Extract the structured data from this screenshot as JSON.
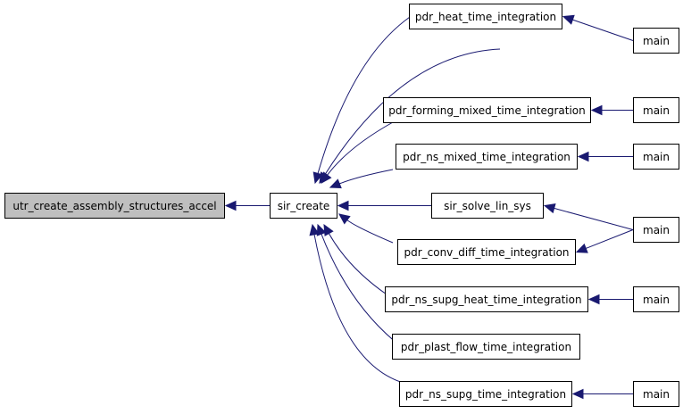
{
  "colors": {
    "edge": "#191970",
    "node_border": "#000000",
    "node_fill": "#ffffff",
    "root_fill": "#bfbfbf"
  },
  "nodes": {
    "utr": "utr_create_assembly_structures_accel",
    "sir_create": "sir_create",
    "heat": "pdr_heat_time_integration",
    "forming": "pdr_forming_mixed_time_integration",
    "ns_mixed": "pdr_ns_mixed_time_integration",
    "solve": "sir_solve_lin_sys",
    "conv": "pdr_conv_diff_time_integration",
    "supg_heat": "pdr_ns_supg_heat_time_integration",
    "plast": "pdr_plast_flow_time_integration",
    "supg": "pdr_ns_supg_time_integration",
    "main1": "main",
    "main2": "main",
    "main3": "main",
    "main4": "main",
    "main5": "main",
    "main6": "main"
  },
  "edges": [
    {
      "from": "sir_create",
      "to": "utr"
    },
    {
      "from": "heat",
      "to": "sir_create"
    },
    {
      "from": "main1",
      "to": "sir_create"
    },
    {
      "from": "forming",
      "to": "sir_create"
    },
    {
      "from": "ns_mixed",
      "to": "sir_create"
    },
    {
      "from": "solve",
      "to": "sir_create"
    },
    {
      "from": "conv",
      "to": "sir_create"
    },
    {
      "from": "supg_heat",
      "to": "sir_create"
    },
    {
      "from": "plast",
      "to": "sir_create"
    },
    {
      "from": "supg",
      "to": "sir_create"
    },
    {
      "from": "main1",
      "to": "heat"
    },
    {
      "from": "main2",
      "to": "forming"
    },
    {
      "from": "main3",
      "to": "ns_mixed"
    },
    {
      "from": "main4",
      "to": "solve"
    },
    {
      "from": "main4",
      "to": "conv"
    },
    {
      "from": "main5",
      "to": "supg_heat"
    },
    {
      "from": "main6",
      "to": "supg"
    }
  ]
}
